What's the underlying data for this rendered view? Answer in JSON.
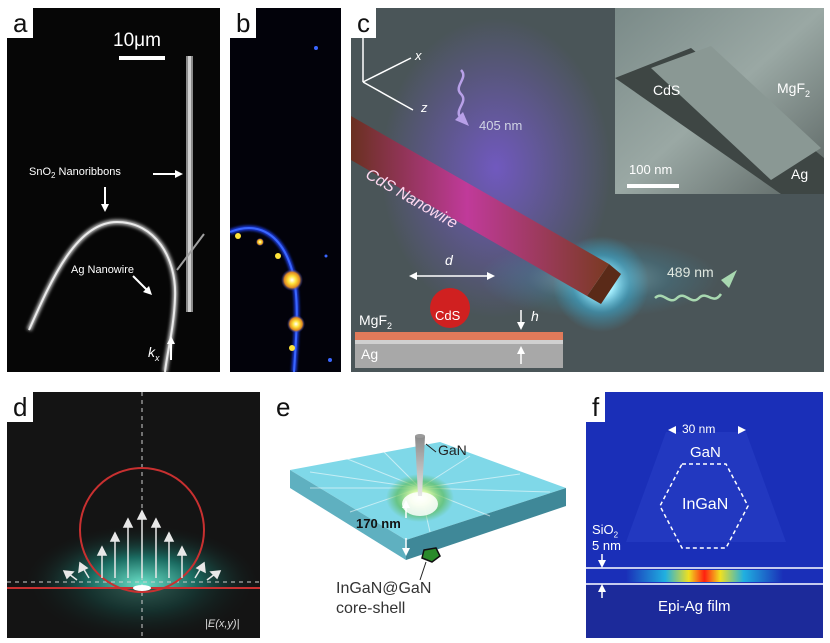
{
  "panels": {
    "a": {
      "label": "a",
      "scale_bar": "10μm",
      "nanoribbons_label": "SnO",
      "nanoribbons_sub": "2",
      "nanoribbons_rest": " Nanoribbons",
      "nanowire_label": "Ag Nanowire",
      "k_label": "k",
      "k_sub": "x"
    },
    "b": {
      "label": "b"
    },
    "c": {
      "label": "c",
      "axis_x": "x",
      "axis_z": "z",
      "excitation": "405 nm",
      "emission": "489 nm",
      "nanowire": "CdS Nanowire",
      "d_label": "d",
      "h_label": "h",
      "cds_circle": "CdS",
      "mgf2": "MgF",
      "mgf2_sub": "2",
      "ag": "Ag",
      "inset_cds": "CdS",
      "inset_mgf2": "MgF",
      "inset_mgf2_sub": "2",
      "inset_ag": "Ag",
      "inset_scale": "100 nm"
    },
    "d": {
      "label": "d",
      "field_label": "|E(x,y)|"
    },
    "e": {
      "label": "e",
      "gan": "GaN",
      "distance": "170 nm",
      "coreshell_1": "InGaN@GaN",
      "coreshell_2": "core-shell"
    },
    "f": {
      "label": "f",
      "width": "30 nm",
      "gan": "GaN",
      "ingan": "InGaN",
      "sio2": "SiO",
      "sio2_sub": "2",
      "thickness": "5 nm",
      "film": "Epi-Ag film"
    }
  },
  "colors": {
    "background_dark": "#060606",
    "panel_c_bg": "#4a5558",
    "field_bright": "#ffe43a",
    "field_blue": "#1030d0",
    "ring_red": "#c83030",
    "slab_cyan": "#7fd8e8",
    "panel_f_bg": "#1a2fb8"
  }
}
